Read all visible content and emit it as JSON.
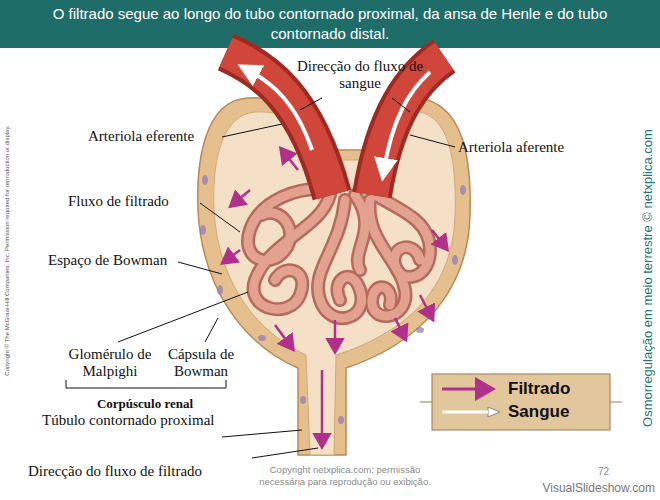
{
  "diagram": {
    "title": "O filtrado segue ao longo do tubo contornado proximal, da ansa de Henle e do tubo contornado distal.",
    "labels": [
      "Direcção do fluxo de sangue",
      "Arteriola eferente",
      "Arteriola aferente",
      "Fluxo de filtrado",
      "Espaço de Bowman",
      "Glomérulo de Malpighi",
      "Cápsula de Bowman",
      "Corpúsculo renal",
      "Túbulo contornado proximal",
      "Direcção do fluxo de filtrado",
      "Copyright netxplica.com: permissão necessária para reprodução ou exibição.",
      "72",
      "Osmorregulação em meio terrestre © netxplica.com",
      "Copyright © The McGraw-Hill Companies, Inc. Permission required for reproduction or display.",
      "VisualSlideshow.com"
    ],
    "legend": [
      {
        "text": "Filtrado"
      },
      {
        "text": "Sangue"
      }
    ]
  }
}
